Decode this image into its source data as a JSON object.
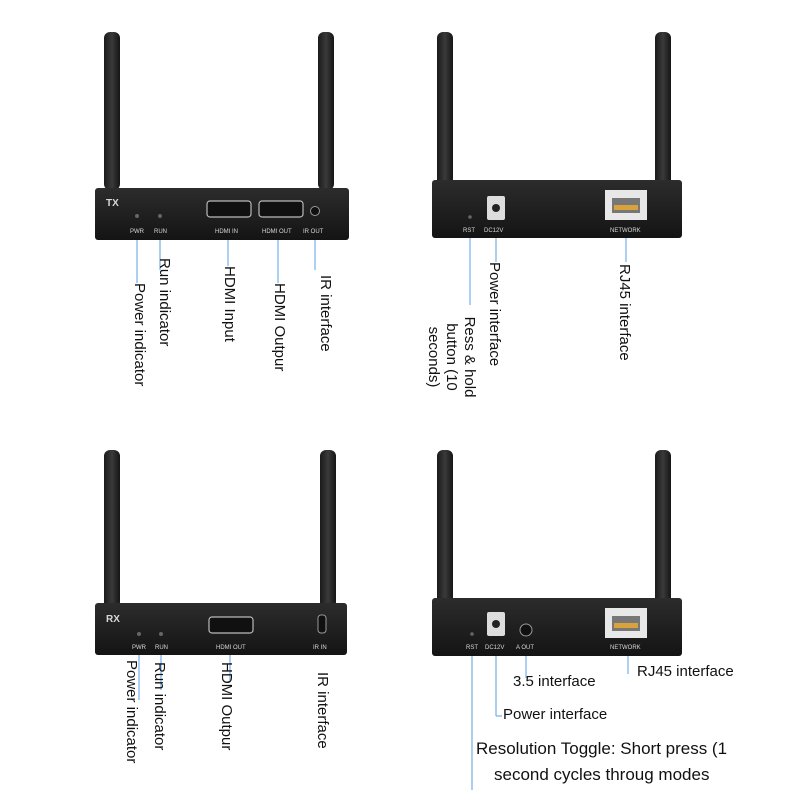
{
  "colors": {
    "device": "#1e1e1e",
    "leader": "#5aa0e8",
    "label": "#111111"
  },
  "tx_front": {
    "badge": "TX",
    "ports": {
      "pwr": "PWR",
      "run": "RUN",
      "hdmi_in": "HDMI IN",
      "hdmi_out": "HDMI OUT",
      "ir_out": "IR OUT"
    },
    "labels": {
      "power": "Power indicator",
      "run": "Run  indicator",
      "hdmi_in": "HDMI Input",
      "hdmi_out": "HDMI Outpur",
      "ir": "IR interface"
    }
  },
  "tx_back": {
    "ports": {
      "rst": "RST",
      "dc": "DC12V",
      "network": "NETWORK"
    },
    "labels": {
      "reset": "Ress & hold button (10 seconds)",
      "power": "Power interface",
      "rj45": "RJ45 interface"
    }
  },
  "rx_front": {
    "badge": "RX",
    "ports": {
      "pwr": "PWR",
      "run": "RUN",
      "hdmi_out": "HDMI OUT",
      "ir_in": "IR IN"
    },
    "labels": {
      "power": "Power indicator",
      "run": "Run  indicator",
      "hdmi_out": "HDMI Outpur",
      "ir": "IR interface"
    }
  },
  "rx_back": {
    "ports": {
      "rst": "RST",
      "dc": "DC12V",
      "aout": "A OUT",
      "network": "NETWORK"
    },
    "labels": {
      "audio": "3.5 interface",
      "rj45": "RJ45 interface",
      "power": "Power interface",
      "toggle_line1": "Resolution Toggle: Short press (1",
      "toggle_line2": "second cycles throug modes"
    }
  }
}
